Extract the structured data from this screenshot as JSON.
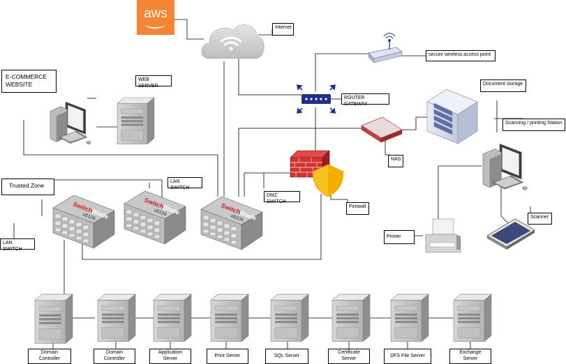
{
  "diagram": {
    "labels": {
      "ecommerce": "E-COMMERCE WEBSITE",
      "web_server": "WEB SERVER",
      "internet": "Internet",
      "wap": "secure wireless access point",
      "router": "ROUTER GATEWAY",
      "doc_storage": "Document storage",
      "scanning": "Scanning / printing Station",
      "nas": "NAS",
      "lan_switch_top": "LAN SWITCH",
      "trusted_zone": "Trusted Zone",
      "dmz_switch": "DMZ SWITCH",
      "firewall": "Firewall",
      "lan_switch_left": "LAN SWITCH",
      "printer": "Printer",
      "scanner": "Scanner",
      "aws": "aws"
    },
    "switch_text": {
      "brand1": "Switch",
      "brand2": "Blade",
      "model": "x8106"
    },
    "servers": [
      {
        "line1": "Domain",
        "line2": "Controller"
      },
      {
        "line1": "Domain",
        "line2": "Controller"
      },
      {
        "line1": "Application",
        "line2": "Server"
      },
      {
        "line1": "Print Server",
        "line2": ""
      },
      {
        "line1": "SQL Server",
        "line2": ""
      },
      {
        "line1": "Certificate",
        "line2": "Server"
      },
      {
        "line1": "DFS File Server",
        "line2": ""
      },
      {
        "line1": "Exchange",
        "line2": "Server"
      }
    ]
  }
}
